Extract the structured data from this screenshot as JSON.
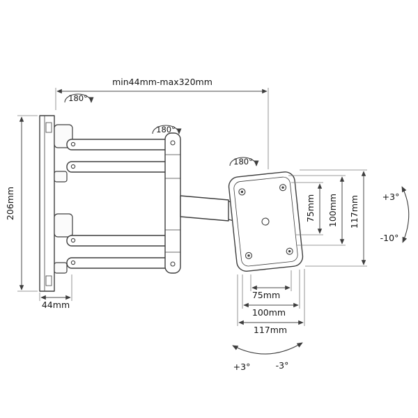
{
  "dims": {
    "extension_range": "min44mm-max320mm",
    "wall_plate_height": "206mm",
    "wall_plate_width": "44mm",
    "vesa_vertical": {
      "inner": "75mm",
      "outer": "100mm",
      "plate": "117mm"
    },
    "vesa_horizontal": {
      "inner": "75mm",
      "outer": "100mm",
      "plate": "117mm"
    }
  },
  "angles": {
    "swivel": [
      "180°",
      "180°",
      "180°"
    ],
    "tilt_up": "+3°",
    "tilt_down": "-10°",
    "rotation_cw": "+3°",
    "rotation_ccw": "-3°"
  },
  "colors": {
    "line": "#3d3d3d",
    "dim_line": "#4a4a4a",
    "text": "#141414",
    "background": "#ffffff"
  }
}
